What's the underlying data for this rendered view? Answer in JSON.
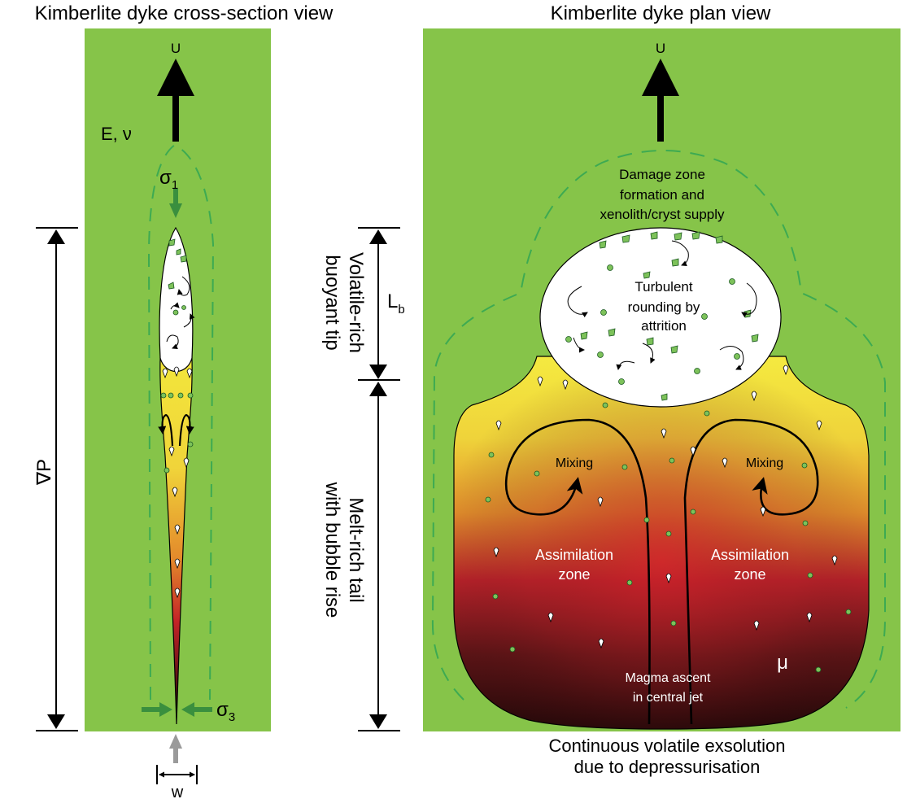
{
  "titles": {
    "cross_section": "Kimberlite dyke cross-section view",
    "plan": "Kimberlite dyke plan view"
  },
  "cross_section": {
    "upward_label": "U",
    "elastic_label": "E, ν",
    "sigma1_symbol": "σ",
    "sigma1_sub": "1",
    "sigma3_symbol": "σ",
    "sigma3_sub": "3",
    "pressure_gradient": "∇P",
    "width_label": "w"
  },
  "middle": {
    "tip_label_line1": "Volatile-rich",
    "tip_label_line2": "buoyant tip",
    "tail_label_line1": "Melt-rich tail",
    "tail_label_line2": "with bubble rise",
    "length_symbol": "L",
    "length_sub": "b"
  },
  "plan": {
    "upward_label": "U",
    "damage_line1": "Damage zone",
    "damage_line2": "formation and",
    "damage_line3": "xenolith/cryst supply",
    "turbulent_line1": "Turbulent",
    "turbulent_line2": "rounding by",
    "turbulent_line3": "attrition",
    "mixing_left": "Mixing",
    "mixing_right": "Mixing",
    "assim_left_line1": "Assimilation",
    "assim_left_line2": "zone",
    "assim_right_line1": "Assimilation",
    "assim_right_line2": "zone",
    "jet_line1": "Magma ascent",
    "jet_line2": "in central jet",
    "viscosity": "μ",
    "bottom_line1": "Continuous volatile exsolution",
    "bottom_line2": "due to depressurisation"
  },
  "colors": {
    "host_rock": "#86c449",
    "dashed_zone": "#3daa52",
    "tip_white": "#ffffff",
    "melt_yellow": "#f3e63b",
    "melt_orange": "#e89b2b",
    "melt_red": "#c8202a",
    "melt_dark": "#2a0a0c",
    "arrow_green": "#3a8f3e",
    "arrow_grey": "#9a9a9a"
  }
}
